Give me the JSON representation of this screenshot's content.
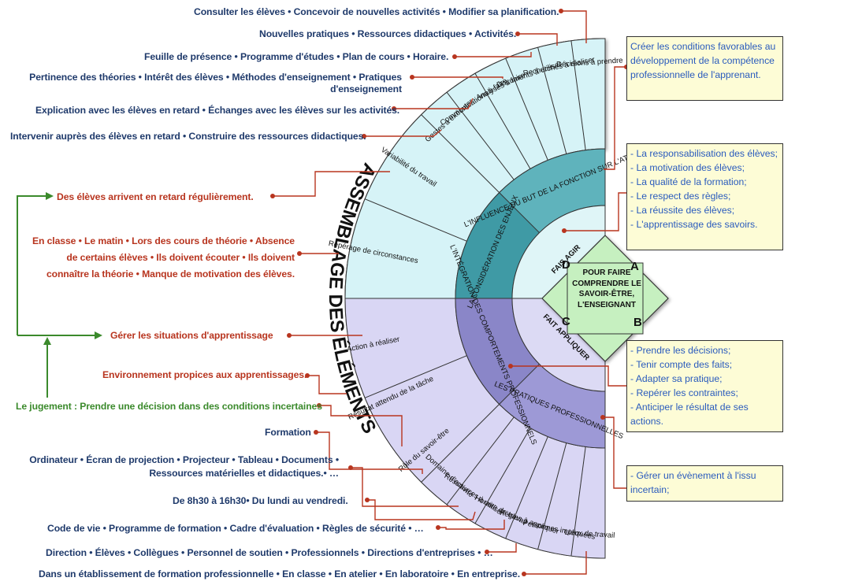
{
  "title": "ASSEMBLAGE DES ÉLÉMENTS",
  "center": {
    "text": "POUR FAIRE COMPRENDRE LE SAVOIR-ÊTRE, L'ENSEIGNANT",
    "corners": [
      "A",
      "B",
      "C",
      "D"
    ]
  },
  "quadrants": [
    {
      "name": "FAIS AGIR",
      "colour": "#d8f3f5"
    },
    {
      "name": "FAIT APPLIQUER",
      "colour": "#dcd9f3"
    }
  ],
  "middle_ring": [
    "L'INFLUENCE DU BUT DE LA FONCTION SUR L'ATTITUDE",
    "LA CONSIDÉRATION DES ENJEUX",
    "L'INTÉGRATION DES COMPORTEMENTS PROFESSIONNELS",
    "LES PRATIQUES PROFESSIONNELLES"
  ],
  "outer_ring": [
    "Décisions à prendre",
    "Recherches à réaliser",
    "Documents à utiliser",
    "Analyses à faire",
    "Communications à faire",
    "Gestes à exécuter",
    "Variabilité du travail",
    "Repérage de circonstances",
    "Action à réaliser",
    "Résultat attendu de la tâche",
    "Rôle du savoir-être",
    "Domaine d'activité",
    "Ressources à utiliser",
    "Horaire de travail",
    "Règles à appliquer",
    "Personnes impliquées",
    "Lieux de travail"
  ],
  "left_labels": [
    "Consulter les élèves • Concevoir de nouvelles activités • Modifier sa planification.",
    "Nouvelles pratiques • Ressources didactiques • Activités.",
    "Feuille de présence • Programme d'études • Plan de cours • Horaire.",
    "Pertinence des théories • Intérêt des élèves • Méthodes d'enseignement • Pratiques d'enseignement",
    "Explication avec les élèves en retard • Échanges avec les élèves sur les activités.",
    "Intervenir auprès des élèves en retard • Construire des ressources didactiques.",
    "Des élèves arrivent en retard régulièrement.",
    "En classe • Le matin • Lors des cours de théorie • Absence de certains élèves • Ils doivent écouter • Ils doivent connaître la théorie • Manque de motivation des élèves.",
    "Gérer les situations d'apprentissage",
    "Environnement propices aux apprentissages.",
    "Le jugement : Prendre une décision dans des conditions incertaines",
    "Formation",
    "Ordinateur • Écran de projection • Projecteur • Tableau • Documents • Ressources matérielles et didactiques.• …",
    "De 8h30 à 16h30• Du lundi au vendredi.",
    "Code de vie • Programme de formation • Cadre d'évaluation • Règles de sécurité • …",
    "Direction • Élèves • Collègues • Personnel de soutien • Professionnels • Directions d'entreprises • …",
    "Dans un établissement de formation professionnelle • En classe • En atelier • En laboratoire • En entreprise."
  ],
  "right_notes": [
    [
      "Créer les conditions favorables au développement de la compétence professionnelle de l'apprenant."
    ],
    [
      "- La responsabilisation des élèves;",
      "- La motivation des élèves;",
      "- La qualité de la formation;",
      "- Le respect des règles;",
      "- La réussite des élèves;",
      "- L'apprentissage des savoirs."
    ],
    [
      "- Prendre les décisions;",
      "- Tenir compte des faits;",
      "- Adapter sa pratique;",
      "- Repérer les contraintes;",
      "- Anticiper le résultat de ses actions."
    ],
    [
      "- Gérer un évènement à l'issu incertain;"
    ]
  ],
  "colours": {
    "teal_outer": "#d6f3f7",
    "teal_middle": "#3f9aa5",
    "teal_inner": "#dff5f7",
    "purple_outer": "#d9d6f4",
    "purple_middle": "#8a86c8",
    "purple_inner": "#dcdaf4",
    "center": "#c6f0c0",
    "leader": "#b8351f",
    "green": "#3b8a2c",
    "navy": "#1f3a6b",
    "note_text": "#2a5bbd",
    "note_bg": "#fdfcd6"
  }
}
